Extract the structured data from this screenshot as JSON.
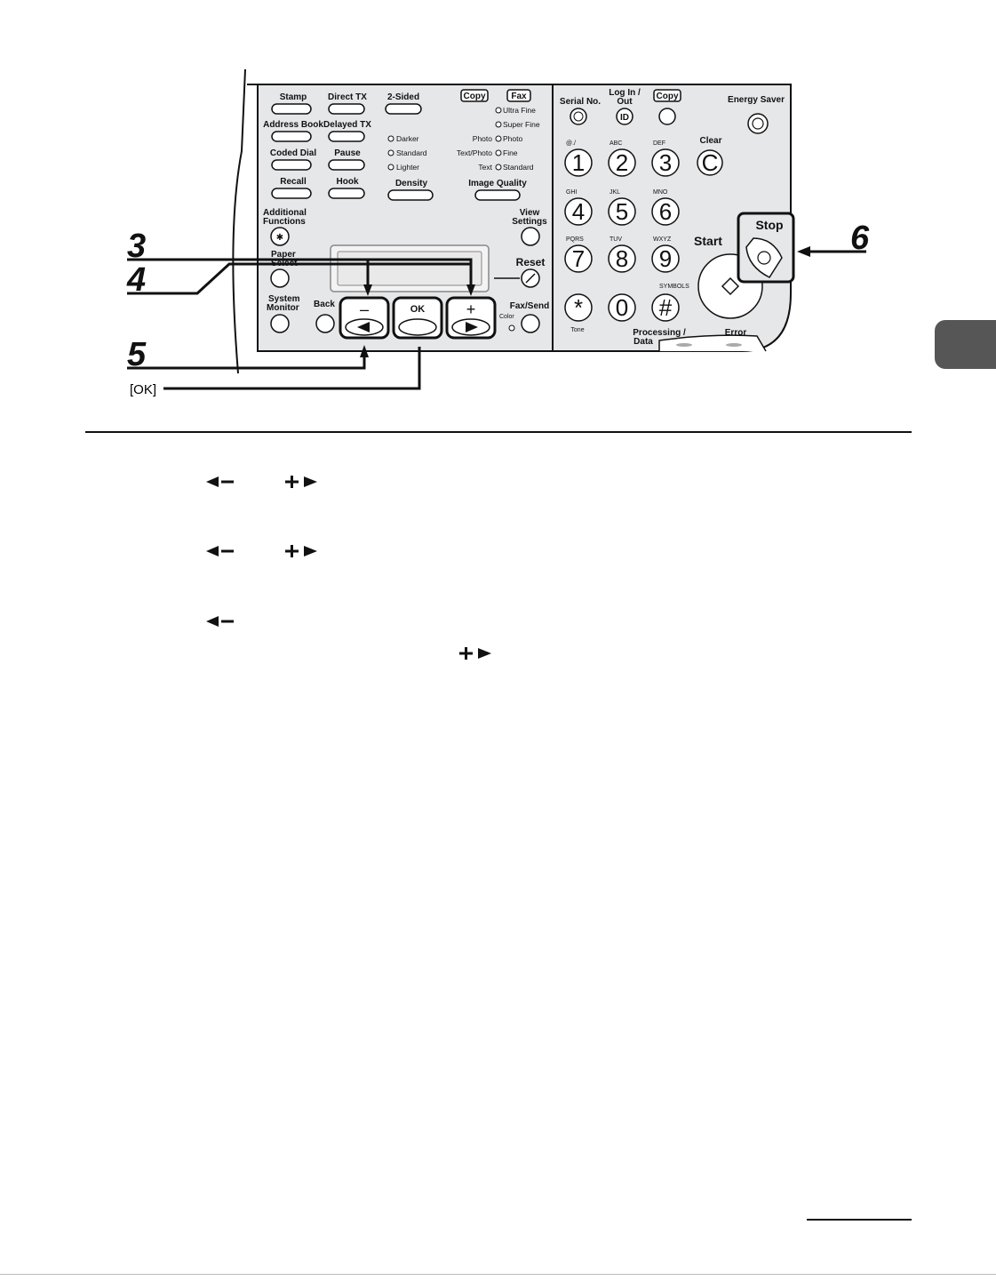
{
  "diagram": {
    "callouts": {
      "step3": "3",
      "step4": "4",
      "step5": "5",
      "step6": "6",
      "ok": "[OK]"
    },
    "left_keys": {
      "stamp": "Stamp",
      "direct_tx": "Direct TX",
      "two_sided": "2-Sided",
      "address_book": "Address Book",
      "delayed_tx": "Delayed TX",
      "coded_dial": "Coded Dial",
      "pause": "Pause",
      "recall": "Recall",
      "hook": "Hook",
      "additional_functions_1": "Additional",
      "additional_functions_2": "Functions",
      "paper_select_1": "Paper",
      "paper_select_2": "Select",
      "system_monitor_1": "System",
      "system_monitor_2": "Monitor",
      "back": "Back",
      "view_settings_1": "View",
      "view_settings_2": "Settings",
      "reset": "Reset",
      "fax_send": "Fax/Send",
      "color": "Color"
    },
    "mode_indicators": {
      "copy": "Copy",
      "fax": "Fax"
    },
    "density": {
      "label": "Density",
      "options": [
        "Darker",
        "Standard",
        "Lighter"
      ]
    },
    "image_quality": {
      "label": "Image Quality",
      "fax_options": [
        "Ultra Fine",
        "Super Fine",
        "Photo",
        "Fine",
        "Standard"
      ],
      "copy_options": [
        "Photo",
        "Text/Photo",
        "Text"
      ]
    },
    "nav_keys": {
      "minus": "–",
      "ok": "OK",
      "plus": "+"
    },
    "right_panel": {
      "serial_no": "Serial No.",
      "log_in_out_1": "Log In /",
      "log_in_out_2": "Out",
      "id": "ID",
      "copy": "Copy",
      "energy_saver": "Energy Saver",
      "clear": "Clear",
      "clear_key": "C",
      "start": "Start",
      "stop": "Stop",
      "processing_data_1": "Processing /",
      "processing_data_2": "Data",
      "error": "Error",
      "tone": "Tone",
      "symbols": "SYMBOLS"
    },
    "keypad": [
      {
        "digit": "1",
        "letters": "@./"
      },
      {
        "digit": "2",
        "letters": "ABC"
      },
      {
        "digit": "3",
        "letters": "DEF"
      },
      {
        "digit": "4",
        "letters": "GHI"
      },
      {
        "digit": "5",
        "letters": "JKL"
      },
      {
        "digit": "6",
        "letters": "MNO"
      },
      {
        "digit": "7",
        "letters": "PQRS"
      },
      {
        "digit": "8",
        "letters": "TUV"
      },
      {
        "digit": "9",
        "letters": "WXYZ"
      },
      {
        "digit": "*",
        "letters": ""
      },
      {
        "digit": "0",
        "letters": ""
      },
      {
        "digit": "#",
        "letters": ""
      }
    ]
  }
}
